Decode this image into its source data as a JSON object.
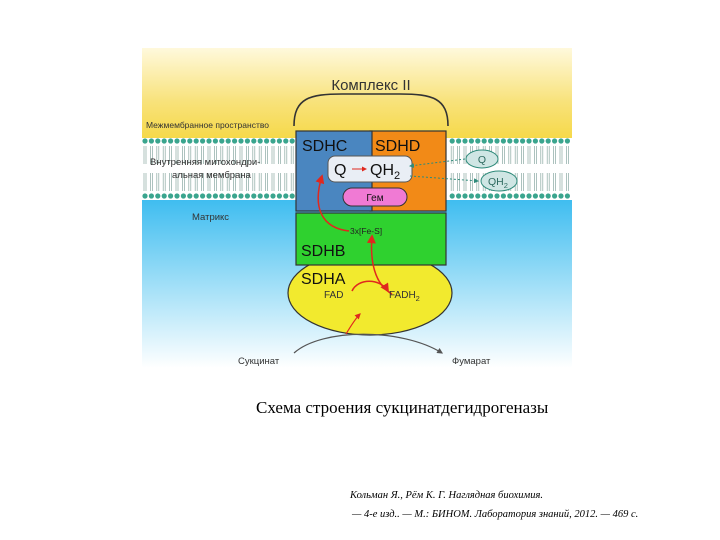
{
  "diagram": {
    "title": "Комплекс II",
    "intermembrane_label": "Межмембранное пространство",
    "inner_membrane_label_line1": "Внутренняя митохондри-",
    "inner_membrane_label_line2": "альная мембрана",
    "matrix_label": "Матрикс",
    "sdhc": "SDHC",
    "sdhd": "SDHD",
    "q_inside": "Q",
    "qh2_inside": "QH",
    "qh2_subscript": "2",
    "heme": "Гем",
    "q_outside": "Q",
    "qh2_outside": "QH",
    "qh2_outside_subscript": "2",
    "fes": "3x[Fe-S]",
    "sdhb": "SDHB",
    "sdha": "SDHA",
    "fad": "FAD",
    "fadh2": "FADH",
    "fadh2_subscript": "2",
    "succinate": "Сукцинат",
    "fumarate": "Фумарат",
    "colors": {
      "intermembrane": "#f6dd58",
      "matrix": "#45c2f2",
      "sdhc": "#4a86c0",
      "sdhd": "#f28a17",
      "sdhb": "#2fd12f",
      "sdha": "#f2ea2e",
      "heme": "#f07ad4",
      "arrow": "#e0281e"
    }
  },
  "caption": "Схема строения сукцинатдегидрогеназы",
  "citation": {
    "line1": "Кольман Я., Рём К. Г. Наглядная биохимия.",
    "line2": "— 4-е изд.. — М.: БИНОМ. Лаборатория знаний, 2012. — 469 с."
  }
}
